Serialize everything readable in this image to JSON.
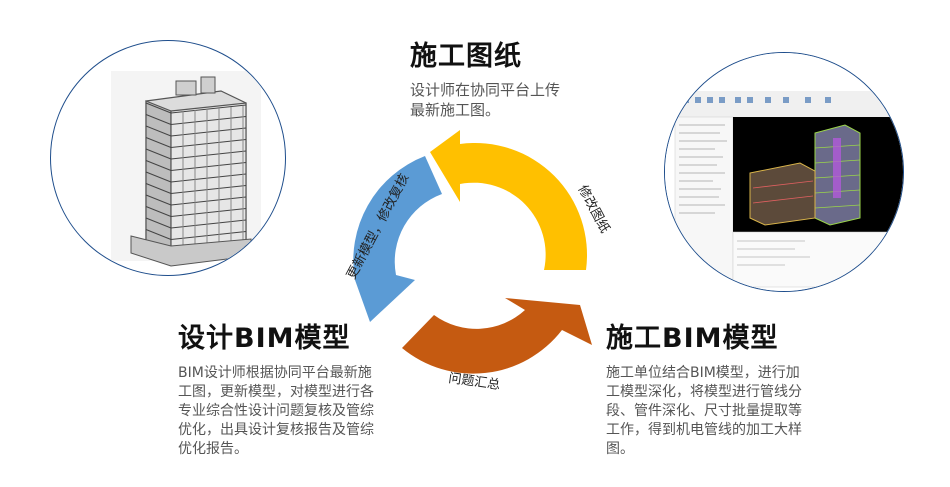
{
  "top": {
    "title": "施工图纸",
    "body_lines": [
      "设计师在协同平台上传",
      "最新施工图。"
    ]
  },
  "left": {
    "title": "设计BIM模型",
    "body_lines": [
      "BIM设计师根据协同平台最新施",
      "工图，更新模型，对模型进行各",
      "专业综合性设计问题复核及管综",
      "优化，出具设计复核报告及管综",
      "优化报告。"
    ]
  },
  "right": {
    "title": "施工BIM模型",
    "body_lines": [
      "施工单位结合BIM模型，进行加",
      "工模型深化，将模型进行管线分",
      "段、管件深化、尺寸批量提取等",
      "工作，得到机电管线的加工大样",
      "图。"
    ]
  },
  "cycle_labels": {
    "left_arc": "更新模型，修改复核",
    "right_arc": "修改图纸",
    "bottom_arc": "问题汇总"
  },
  "colors": {
    "arrow_yellow": "#FFC000",
    "arrow_blue": "#5B9BD5",
    "arrow_orange": "#C55A11",
    "circle_border": "#1F4E8C",
    "viewport_bg": "#000000"
  }
}
